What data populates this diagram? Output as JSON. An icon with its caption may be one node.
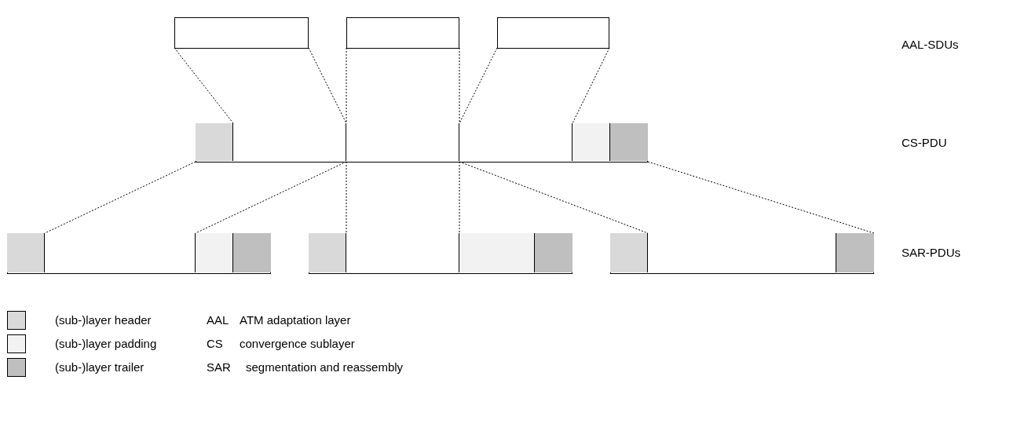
{
  "diagram": {
    "nodes": [
      {
        "text": [],
        "shape": "box"
      },
      {
        "text": [],
        "shape": "box"
      },
      {
        "text": [],
        "shape": "box"
      },
      {
        "text": [],
        "shape": "bar"
      },
      {
        "text": [],
        "shape": "box",
        "in": 3
      },
      {
        "text": [],
        "shape": "box",
        "in": 3
      },
      {
        "text": [],
        "shape": "box",
        "in": 3
      },
      {
        "text": [],
        "shape": "box",
        "in": 3
      },
      {
        "text": [],
        "shape": "box",
        "in": 3
      },
      {
        "text": [],
        "shape": "box",
        "in": 3
      },
      {
        "text": [],
        "shape": "bar"
      },
      {
        "text": [],
        "shape": "box",
        "in": 10
      },
      {
        "text": [],
        "shape": "box",
        "in": 10
      },
      {
        "text": [],
        "shape": "box",
        "in": 10
      },
      {
        "text": [],
        "shape": "box",
        "in": 10
      },
      {
        "text": [],
        "shape": "bar"
      },
      {
        "text": [],
        "shape": "box",
        "in": 15
      },
      {
        "text": [],
        "shape": "box",
        "in": 15
      },
      {
        "text": [],
        "shape": "box",
        "in": 15
      },
      {
        "text": [],
        "shape": "box",
        "in": 15
      },
      {
        "text": [],
        "shape": "bar"
      },
      {
        "text": [],
        "shape": "box",
        "in": 20
      },
      {
        "text": [],
        "shape": "box",
        "in": 20
      },
      {
        "text": [],
        "shape": "box",
        "in": 20
      }
    ],
    "edges": [
      {
        "from": 0,
        "to": 3,
        "arrow": "none",
        "style": "dashed"
      },
      {
        "from": 0,
        "to": 3,
        "arrow": "none",
        "style": "dashed"
      },
      {
        "from": 1,
        "to": 3,
        "arrow": "none",
        "style": "dashed"
      },
      {
        "from": 1,
        "to": 3,
        "arrow": "none",
        "style": "dashed"
      },
      {
        "from": 2,
        "to": 3,
        "arrow": "none",
        "style": "dashed"
      },
      {
        "from": 2,
        "to": 3,
        "arrow": "none",
        "style": "dashed"
      },
      {
        "from": 3,
        "to": 10,
        "arrow": "none",
        "style": "dashed"
      },
      {
        "from": 3,
        "to": 10,
        "arrow": "none",
        "style": "dashed"
      },
      {
        "from": 3,
        "to": 15,
        "arrow": "none",
        "style": "dashed"
      },
      {
        "from": 3,
        "to": 15,
        "arrow": "none",
        "style": "dashed"
      },
      {
        "from": 3,
        "to": 20,
        "arrow": "none",
        "style": "dashed"
      },
      {
        "from": 3,
        "to": 20,
        "arrow": "none",
        "style": "dashed"
      }
    ],
    "labels": [
      "AAL-SDUs",
      "CS-PDU",
      "SAR-PDUs",
      "AAL",
      "ATM adaptation layer",
      "CS",
      "convergence sublayer",
      "SAR",
      "segmentation and reassembly"
    ],
    "legend": [
      {
        "text": "(sub-)layer header",
        "color": "#d9d9d9"
      },
      {
        "text": "(sub-)layer padding",
        "color": "#f2f2f2"
      },
      {
        "text": "(sub-)layer trailer",
        "color": "#bfbfbf"
      }
    ]
  }
}
